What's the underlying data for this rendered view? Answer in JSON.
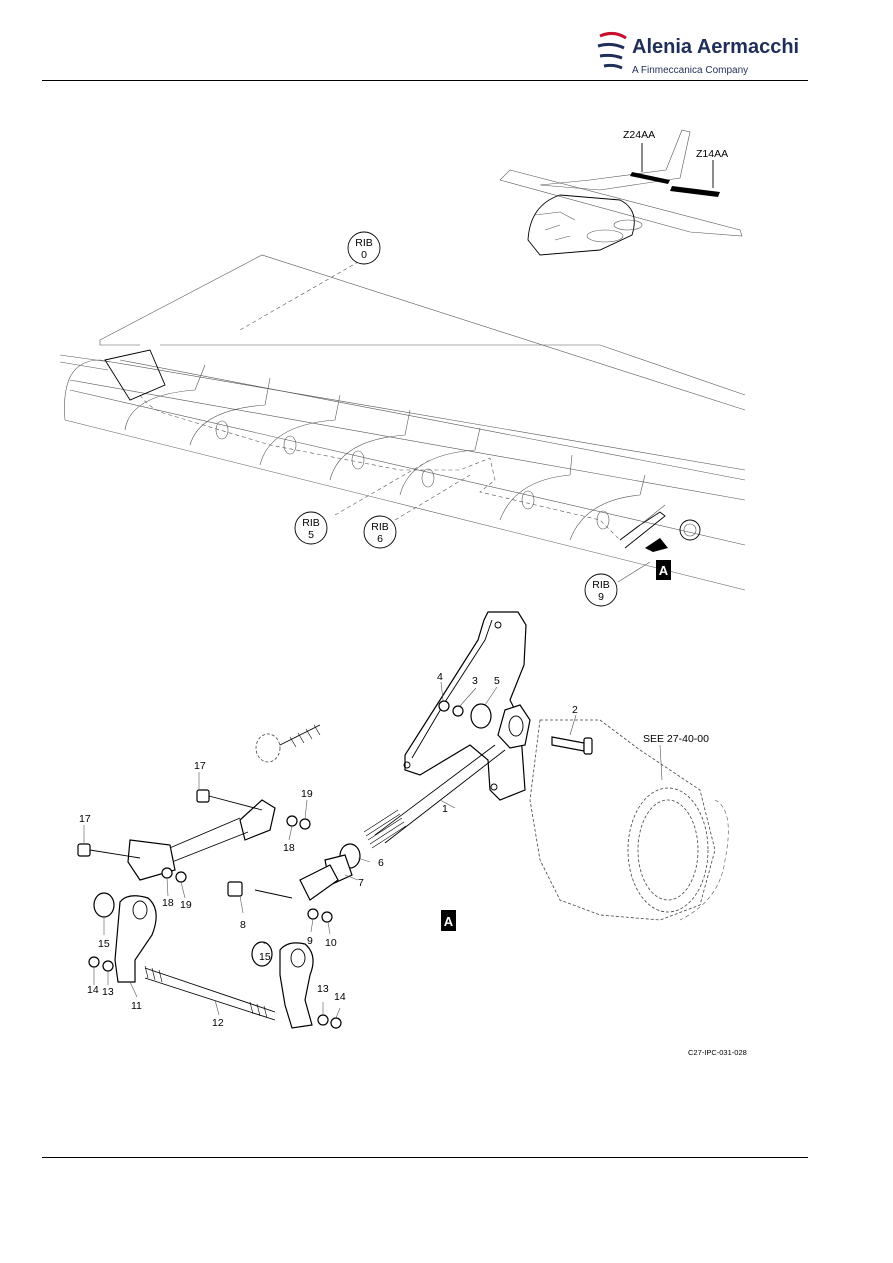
{
  "header": {
    "logo_name": "Alenia Aermacchi",
    "logo_subtitle": "A Finmeccanica Company",
    "brand_color": "#1f2f5a",
    "accent_color": "#c8102e"
  },
  "figure": {
    "zones": [
      "Z24AA",
      "Z14AA"
    ],
    "ribs": [
      {
        "top": "RIB",
        "num": "0"
      },
      {
        "top": "RIB",
        "num": "5"
      },
      {
        "top": "RIB",
        "num": "6"
      },
      {
        "top": "RIB",
        "num": "9"
      }
    ],
    "view_letter": "A",
    "see_reference": "SEE 27-40-00",
    "items": [
      "1",
      "2",
      "3",
      "4",
      "5",
      "6",
      "7",
      "8",
      "9",
      "10",
      "11",
      "12",
      "13",
      "14",
      "15",
      "17",
      "18",
      "19"
    ],
    "items_repeat": [
      "13",
      "14",
      "15",
      "17",
      "18",
      "19"
    ],
    "figure_id": "C27-IPC-031-028"
  }
}
